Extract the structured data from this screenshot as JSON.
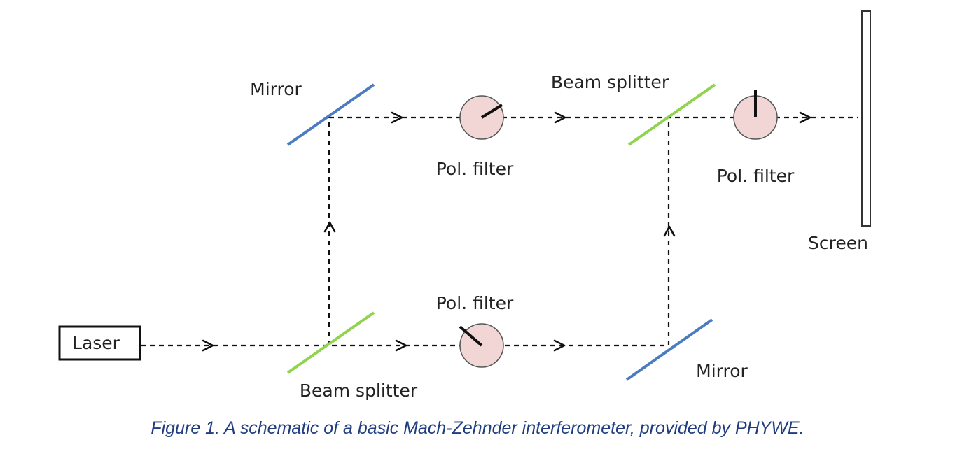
{
  "diagram": {
    "labels": {
      "laser": "Laser",
      "mirror_top": "Mirror",
      "mirror_bottom": "Mirror",
      "beam_splitter_bottom": "Beam splitter",
      "beam_splitter_top": "Beam splitter",
      "pol_filter_top": "Pol. filter",
      "pol_filter_bottom": "Pol. filter",
      "pol_filter_output": "Pol. filter",
      "screen": "Screen"
    },
    "colors": {
      "mirror": "#4a7cc2",
      "beam_splitter": "#8fd44c",
      "filter_fill": "#f2d6d6",
      "beam": "#111111"
    }
  },
  "caption": "Figure 1. A schematic of a basic Mach-Zehnder interferometer, provided by PHYWE."
}
